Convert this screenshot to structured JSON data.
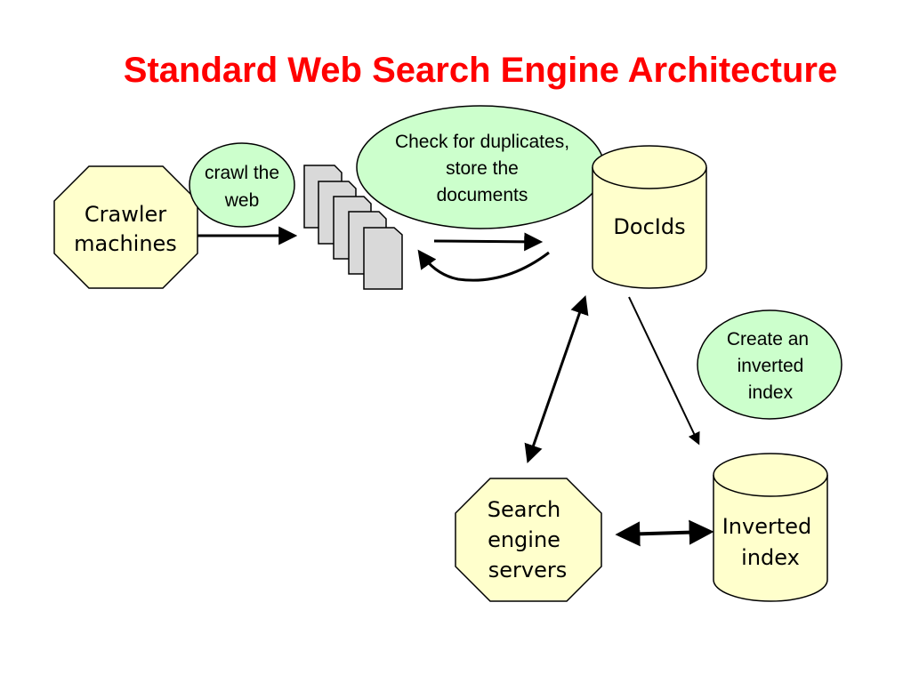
{
  "title": "Standard Web Search Engine Architecture",
  "nodes": {
    "crawler": {
      "line1": "Crawler",
      "line2": "machines"
    },
    "crawl_bubble": {
      "line1": "crawl the",
      "line2": "web"
    },
    "dedup_bubble": {
      "line1": "Check for duplicates,",
      "line2": "store the",
      "line3": "documents"
    },
    "docids": {
      "label": "DocIds"
    },
    "inverted_bubble": {
      "line1": "Create an",
      "line2": "inverted",
      "line3": "index"
    },
    "search_servers": {
      "line1": "Search",
      "line2": "engine",
      "line3": "servers"
    },
    "inverted_index": {
      "line1": "Inverted",
      "line2": "index"
    }
  },
  "colors": {
    "title": "#ff0000",
    "node_fill": "#ffffcc",
    "bubble_fill": "#ccffcc",
    "document_fill": "#d9d9d9"
  }
}
